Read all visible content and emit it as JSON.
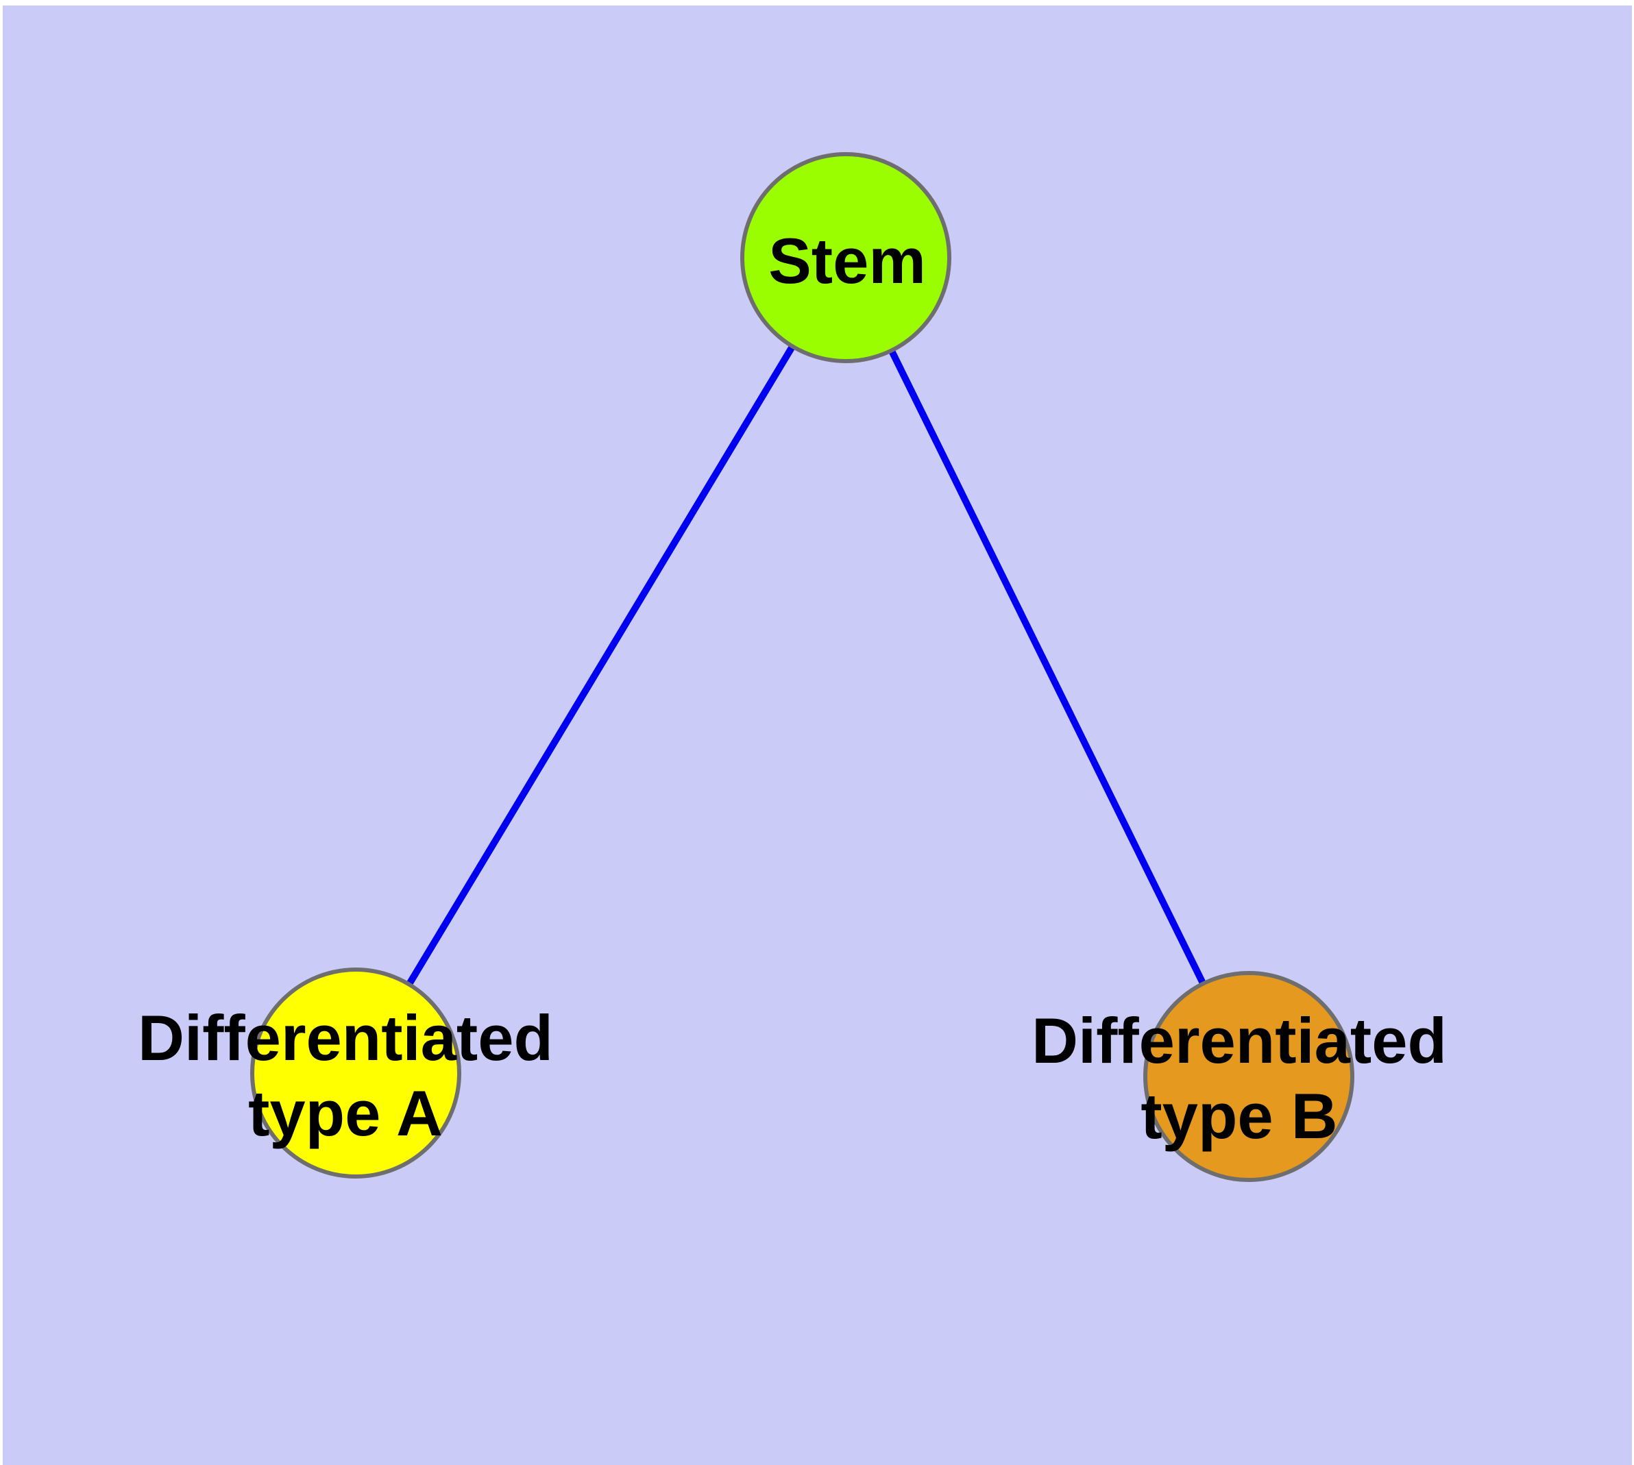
{
  "diagram": {
    "type": "graph",
    "background_color": "#CBCBF8",
    "margin_color": "#FFFFFF",
    "edge_color": "#0000F0",
    "node_border_color": "#6E6E6E",
    "label_color": "#000000",
    "nodes": [
      {
        "id": "stem",
        "label": "Stem",
        "label_line1": "Stem",
        "label_line2": "",
        "color": "#9AFE00"
      },
      {
        "id": "differentiated-type-a",
        "label": "Differentiated type A",
        "label_line1": "Differentiated",
        "label_line2": "type A",
        "color": "#FFFF00"
      },
      {
        "id": "differentiated-type-b",
        "label": "Differentiated type B",
        "label_line1": "Differentiated",
        "label_line2": "type B",
        "color": "#E6991F"
      }
    ],
    "edges": [
      {
        "from": "Stem",
        "to": "Differentiated type A"
      },
      {
        "from": "Stem",
        "to": "Differentiated type B"
      }
    ]
  }
}
